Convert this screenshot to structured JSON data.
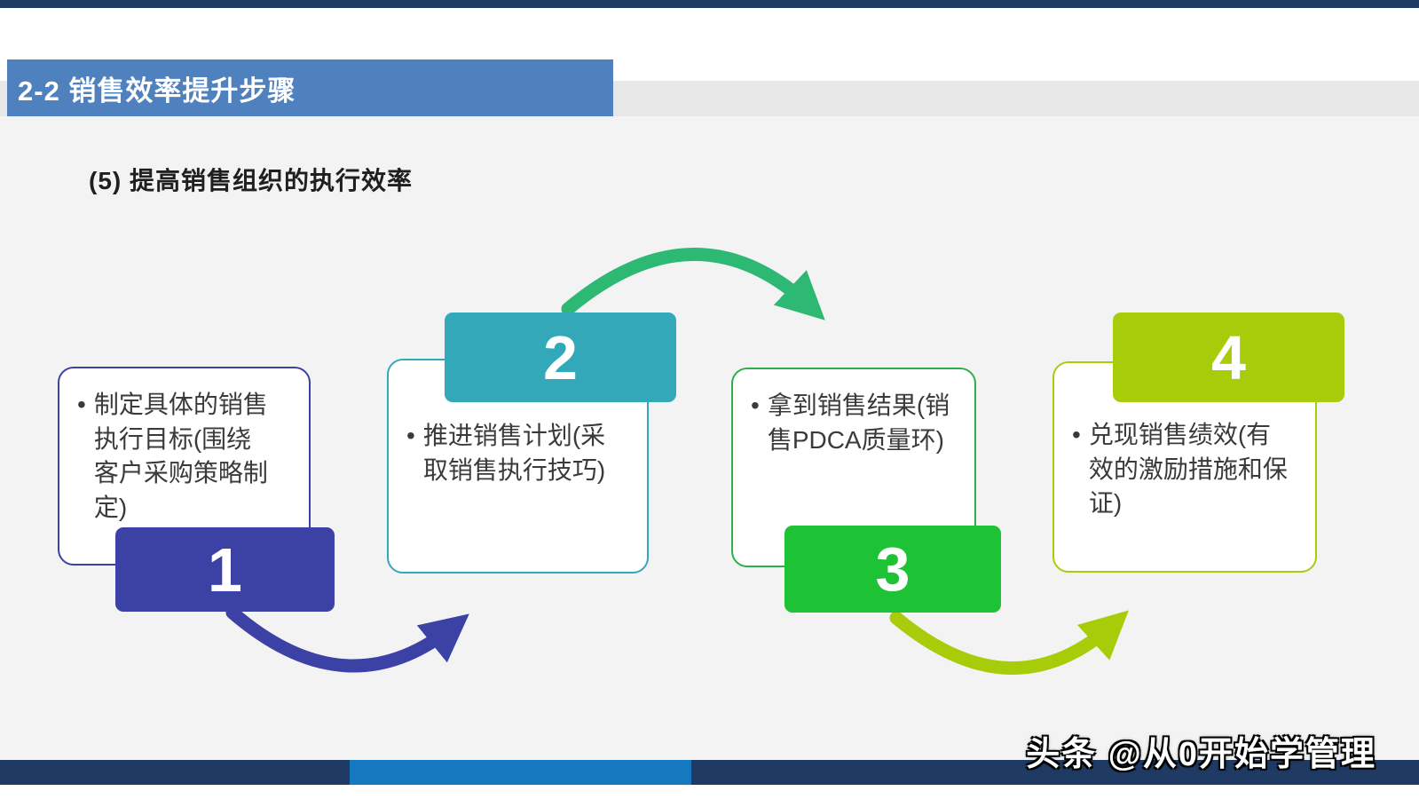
{
  "header": {
    "title": "2-2 销售效率提升步骤",
    "subtitle": "(5) 提高销售组织的执行效率"
  },
  "steps": [
    {
      "number": "1",
      "text": "制定具体的销售执行目标(围绕客户采购策略制定)",
      "color": "#3c41a6"
    },
    {
      "number": "2",
      "text": "推进销售计划(采取销售执行技巧)",
      "color": "#33a8b8"
    },
    {
      "number": "3",
      "text": "拿到销售结果(销售PDCA质量环)",
      "color": "#1dc235"
    },
    {
      "number": "4",
      "text": "兑现销售绩效(有效的激励措施和保证)",
      "color": "#a9cc0a"
    }
  ],
  "arrows": [
    {
      "from": "1",
      "to": "2",
      "color": "#3c41a6"
    },
    {
      "from": "2",
      "to": "3",
      "color": "#2db873"
    },
    {
      "from": "3",
      "to": "4",
      "color": "#a9cc0a"
    }
  ],
  "footer": {
    "watermark": "头条 @从0开始学管理"
  },
  "colors": {
    "top_strip": "#1f3b63",
    "title_bar": "#4e81bd",
    "header_band": "#e7e7e7",
    "main_background": "#f3f3f3",
    "bottom_bar_navy": "#1f3b63",
    "bottom_bar_blue": "#1678be"
  }
}
